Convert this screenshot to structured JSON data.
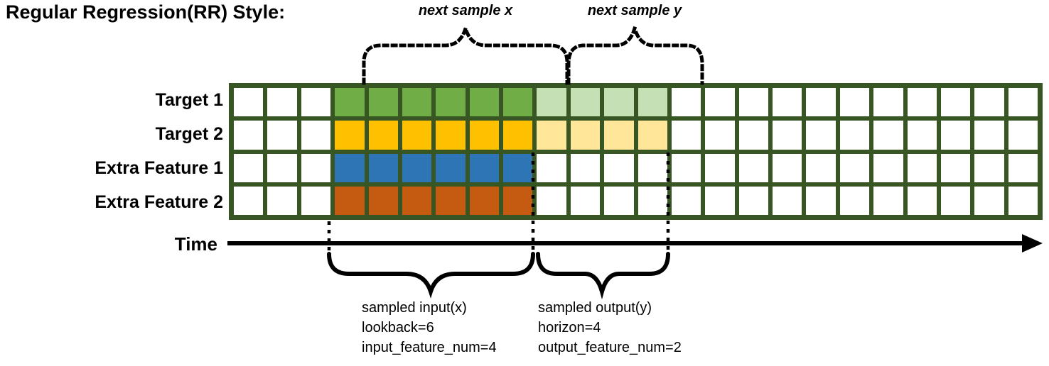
{
  "title": "Regular Regression(RR) Style:",
  "annotations": {
    "next_sample_x": "next sample x",
    "next_sample_y": "next sample y",
    "time_label": "Time",
    "input_block": {
      "line1": "sampled input(x)",
      "line2": "lookback=6",
      "line3": "input_feature_num=4"
    },
    "output_block": {
      "line1": "sampled output(y)",
      "line2": "horizon=4",
      "line3": "output_feature_num=2"
    }
  },
  "grid": {
    "columns": 24,
    "border_color": "#385623",
    "empty_color": "#ffffff",
    "input_range": [
      3,
      8
    ],
    "output_range": [
      9,
      12
    ],
    "rows": [
      {
        "label": "Target 1",
        "input_color": "#70AD47",
        "output_color": "#C5E0B4"
      },
      {
        "label": "Target 2",
        "input_color": "#FFC000",
        "output_color": "#FFE699"
      },
      {
        "label": "Extra Feature 1",
        "input_color": "#2E75B6",
        "output_color": null
      },
      {
        "label": "Extra Feature 2",
        "input_color": "#C55A11",
        "output_color": null
      }
    ]
  }
}
